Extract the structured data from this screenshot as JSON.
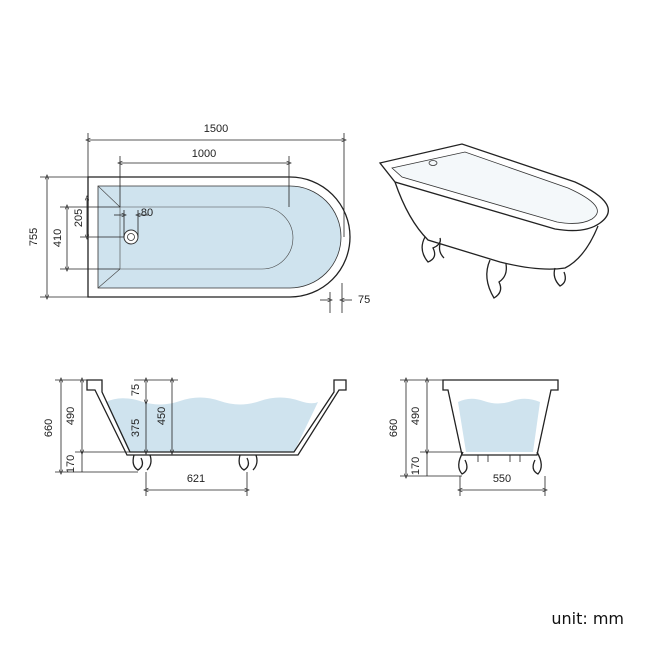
{
  "dimensions": {
    "top_view": {
      "overall_length": "1500",
      "inner_length": "1000",
      "overall_width": "755",
      "inner_width": "410",
      "waste_offset": "205",
      "waste_diameter": "80",
      "rim": "75"
    },
    "side_view": {
      "overall_height": "660",
      "bath_depth": "490",
      "feet_height": "170",
      "top_offset": "75",
      "water_level": "375",
      "inner_depth": "450",
      "feet_spacing": "621"
    },
    "end_view": {
      "overall_height": "660",
      "bath_depth": "490",
      "feet_height": "170",
      "feet_spacing": "550"
    }
  },
  "unit_label": "unit: mm",
  "colors": {
    "water": "#cfe3ee",
    "line": "#222222"
  }
}
